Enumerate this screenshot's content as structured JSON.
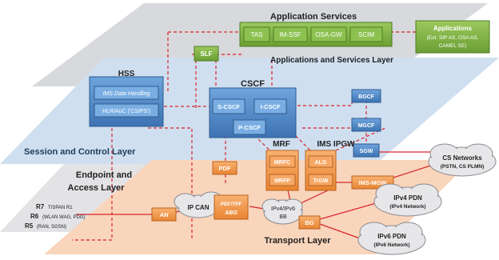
{
  "layers": {
    "application": "Application Services",
    "app_services": "Applications and Services Layer",
    "session": "Session and Control Layer",
    "endpoint_line1": "Endpoint and",
    "endpoint_line2": "Access Layer",
    "transport": "Transport Layer"
  },
  "nodes": {
    "tas": "TAS",
    "im_ssf": "IM-SSF",
    "osa_gw": "OSA-GW",
    "scim": "SCIM",
    "slf": "SLF",
    "applications_title": "Applications",
    "applications_sub1": "(Ext. SIP AS, OSA AS,",
    "applications_sub2": "CAMEL SE)",
    "hss": "HSS",
    "hss_data": "IMS Data Handling",
    "hss_hlr": "HLR/AuC ('CS/PS')",
    "cscf": "CSCF",
    "s_cscf": "S-CSCF",
    "i_cscf": "I-CSCF",
    "p_cscf": "P-CSCF",
    "bgcf": "BGCF",
    "mgcf": "MGCF",
    "sgw": "SGW",
    "pdf": "PDF",
    "mrf": "MRF",
    "mrfc": "MRFC",
    "mrfp": "MRFP",
    "ims_ipgw": "IMS IPGW",
    "alg": "ALG",
    "trgw": "TrGW",
    "ims_mgw": "IMS-MGW",
    "an": "AN",
    "ip_can": "IP CAN",
    "pei_line1": "PEF/TPF",
    "pei_line2": "ABG",
    "ipv4v6_line1": "IPv4/IPv6",
    "ipv4v6_line2": "BB",
    "bg": "BG"
  },
  "clouds": {
    "cs_line1": "CS Networks",
    "cs_line2": "(PSTN, CS PLMN)",
    "ipv4_line1": "IPv4 PDN",
    "ipv4_line2": "(IPv4 Network)",
    "ipv6_line1": "IPv6 PDN",
    "ipv6_line2": "(IPv6 Network)"
  },
  "access": {
    "r7": "R7",
    "r7_desc": "TISPAN R1",
    "r6": "R6",
    "r6_desc": "(WLAN WAG, PDG)",
    "r5": "R5",
    "r5_desc": "(RAN, SGSN)"
  },
  "colors": {
    "green": "#7cb342",
    "blue": "#4a86c5",
    "orange": "#f2994a",
    "link": "#d9262b"
  }
}
